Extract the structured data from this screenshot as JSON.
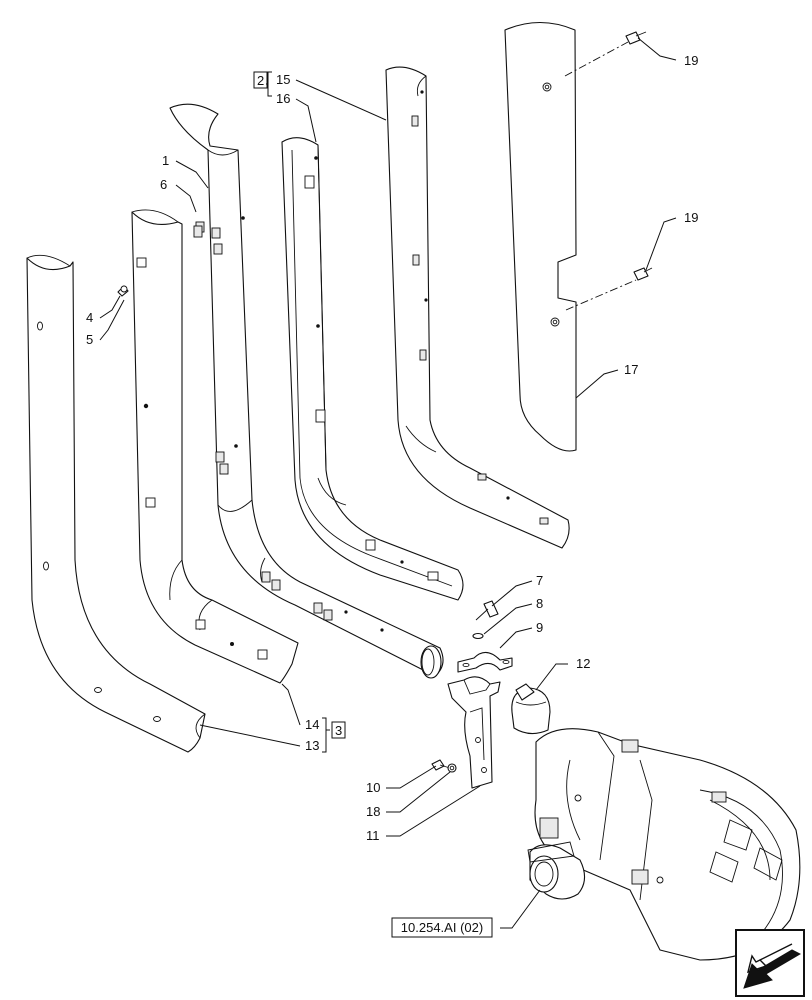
{
  "callouts": {
    "c1": "1",
    "c2": "2",
    "c3": "3",
    "c4": "4",
    "c5": "5",
    "c6": "6",
    "c7": "7",
    "c8": "8",
    "c9": "9",
    "c10": "10",
    "c11": "11",
    "c12": "12",
    "c13": "13",
    "c14": "14",
    "c15": "15",
    "c16": "16",
    "c17": "17",
    "c18": "18",
    "c19a": "19",
    "c19b": "19"
  },
  "reference": "10.254.AI (02)",
  "nav_icon": "arrow-back-icon"
}
